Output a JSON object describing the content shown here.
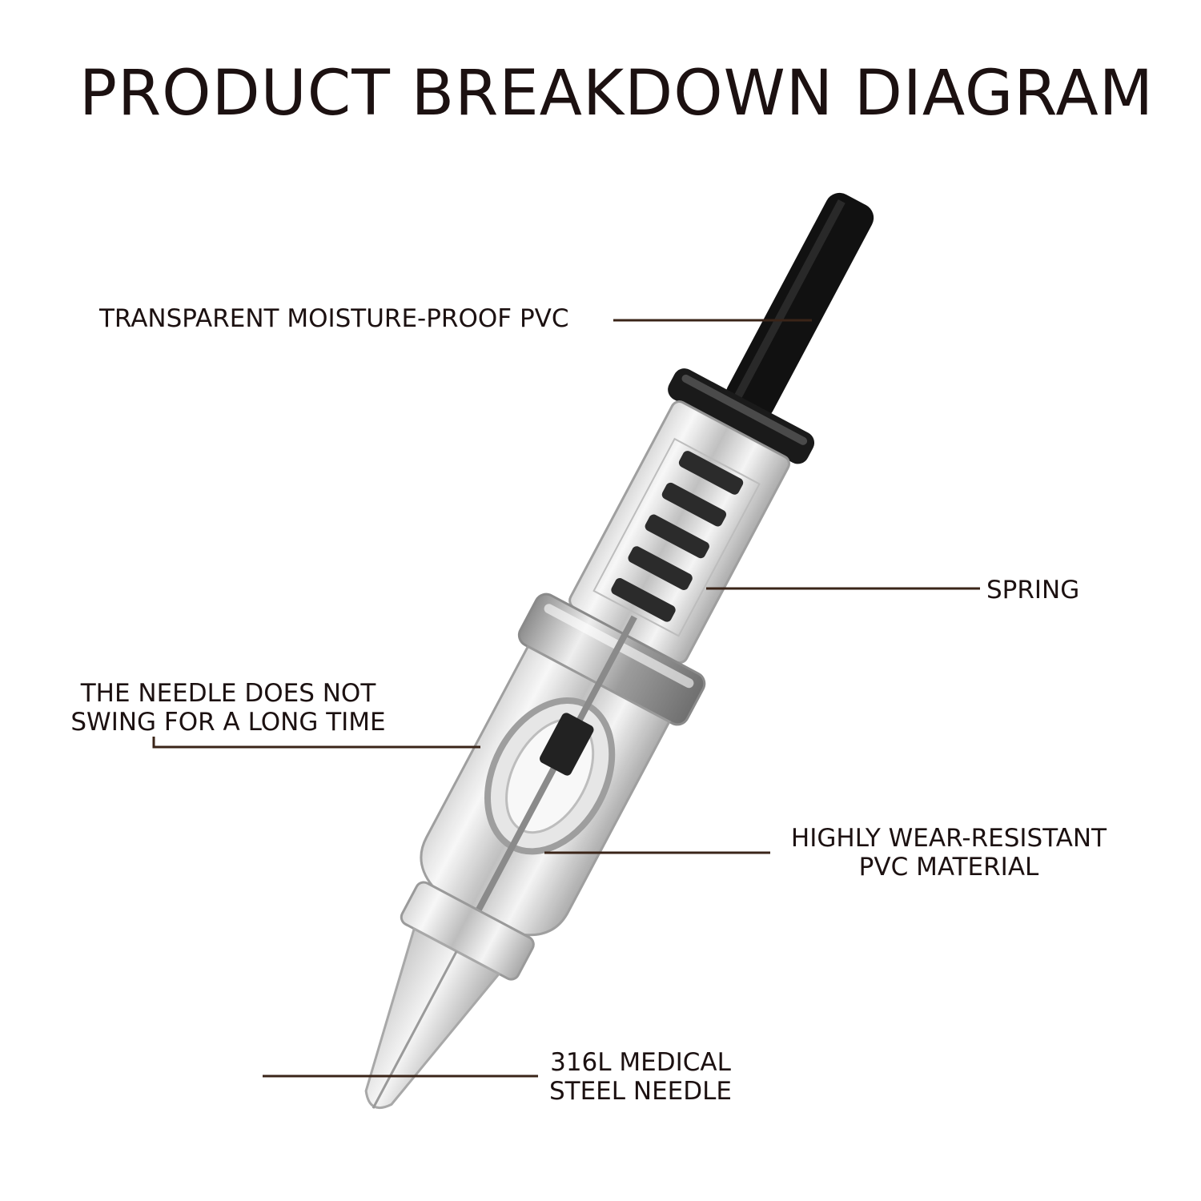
{
  "title": "PRODUCT BREAKDOWN DIAGRAM",
  "callouts": {
    "pvc": {
      "lines": [
        "TRANSPARENT MOISTURE-PROOF PVC"
      ]
    },
    "spring": {
      "lines": [
        "SPRING"
      ]
    },
    "needle_swing": {
      "lines": [
        "THE NEEDLE DOES NOT",
        "SWING FOR A LONG TIME"
      ]
    },
    "wear_resistant": {
      "lines": [
        "HIGHLY WEAR-RESISTANT",
        "PVC MATERIAL"
      ]
    },
    "steel_needle": {
      "lines": [
        "316L MEDICAL",
        "STEEL NEEDLE"
      ]
    }
  },
  "colors": {
    "text": "#1c1111",
    "leader_line": "#3a2418",
    "cable": "#111111",
    "body_outline": "#9a9a9a"
  }
}
